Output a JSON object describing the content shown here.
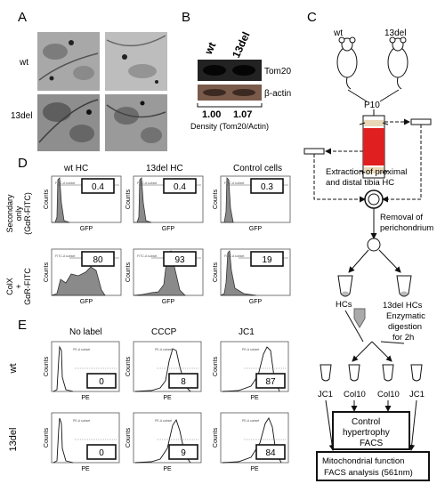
{
  "panels": {
    "A": "A",
    "B": "B",
    "C": "C",
    "D": "D",
    "E": "E"
  },
  "panel_a": {
    "row_wt": "wt",
    "row_13del": "13del"
  },
  "panel_b": {
    "col_wt": "wt",
    "col_13del": "13del",
    "band_tom20": "Tom20",
    "band_actin": "β-actin",
    "density_wt": "1.00",
    "density_13del": "1.07",
    "density_caption": "Density (Tom20/Actin)"
  },
  "panel_c": {
    "mouse_wt": "wt",
    "mouse_13del": "13del",
    "age": "P10",
    "extraction": [
      "Extraction of proximal",
      "and distal tibia HC"
    ],
    "removal": [
      "Removal of",
      "perichondrium"
    ],
    "hcs": "HCs",
    "hcs_13del": [
      "13del HCs",
      "Enzymatic",
      "digestion",
      "for 2h"
    ],
    "tubes": [
      "JC1",
      "Col10",
      "Col10",
      "JC1"
    ],
    "box_control": [
      "Control",
      "hypertrophy",
      "FACS"
    ],
    "box_mito": [
      "Mitochondrial function",
      "FACS analysis (561nm)"
    ]
  },
  "panel_d": {
    "columns": [
      "wt HC",
      "13del HC",
      "Control cells"
    ],
    "rows": [
      {
        "label_lines": [
          "Secondary",
          "only",
          "(GαR-FITC)"
        ],
        "values": [
          "0.4",
          "0.4",
          "0.3"
        ]
      },
      {
        "label_lines": [
          "ColX",
          "+",
          "GαR-FITC"
        ],
        "values": [
          "80",
          "93",
          "19"
        ]
      }
    ],
    "ylabel": "Counts",
    "xlabel": "GFP",
    "gate_label": "FITC-A subset"
  },
  "panel_e": {
    "columns": [
      "No label",
      "CCCP",
      "JC1"
    ],
    "rows": [
      {
        "label": "wt",
        "values": [
          "0",
          "8",
          "87"
        ]
      },
      {
        "label": "13del",
        "values": [
          "0",
          "9",
          "84"
        ]
      }
    ],
    "ylabel": "Counts",
    "xlabel": "PE",
    "gate_label": "PE-A subset"
  }
}
